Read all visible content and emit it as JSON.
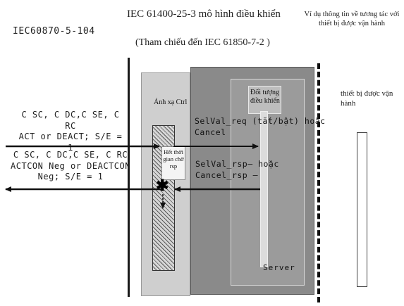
{
  "header": {
    "title_line1": "IEC 61400-25-3 mô hình điều khiển",
    "title_line2": "(Tham chiếu đến IEC 61850-7-2 )",
    "left_standard": "IEC60870-5-104",
    "right_note": "Ví dụ thông tin về tương tác với thiết bị được vận hành"
  },
  "left_messages": {
    "act_line1": "C SC, C DC,C SE, C RC",
    "act_line2": "ACT or DEACT; S/E = 1",
    "actcon_line1": "C SC, C DC,C SE, C RC",
    "actcon_line2": "ACTCON Neg or DEACTCON",
    "actcon_line3": "Neg; S/E = 1"
  },
  "mapping": {
    "label": "Ánh xạ Ctrl",
    "timeout_label": "Hết thời gian chờ rsp"
  },
  "server": {
    "object_label": "Đối tượng điều khiển",
    "server_label": "Server",
    "selreq_line1": "SelVal_req (tắt/bật) hoặc",
    "selreq_line2": "Cancel",
    "selrsp_line1": "SelVal_rsp– hoặc",
    "selrsp_line2": "Cancel_rsp –"
  },
  "device": {
    "label": "thiết bị được vận hành"
  },
  "colors": {
    "grey_panel": "#8a8a8a",
    "map_panel": "#cfcfcf",
    "arrow": "#111111"
  },
  "icons": {
    "x_mark": "✱"
  }
}
